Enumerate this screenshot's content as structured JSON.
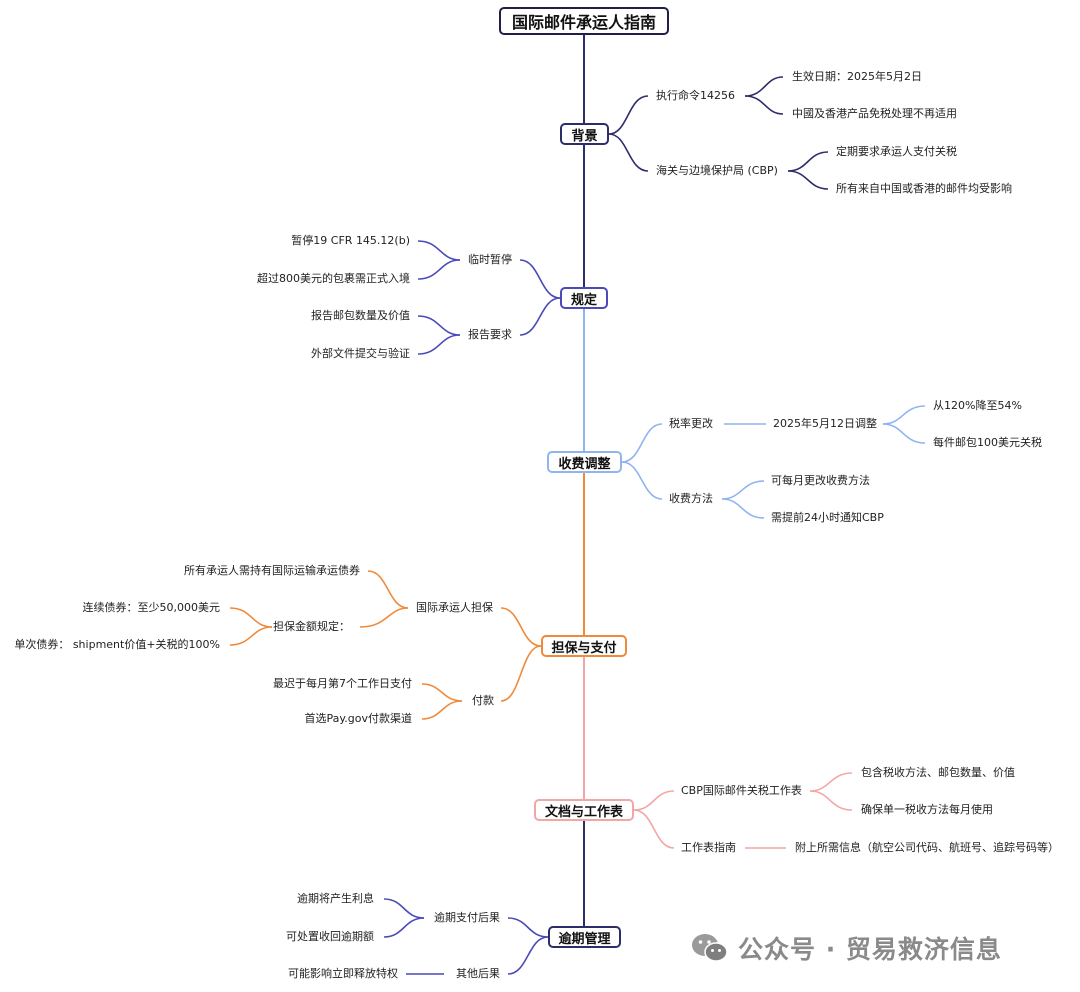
{
  "title": "国际邮件承运人指南",
  "branches": {
    "background": "背景",
    "regulations": "规定",
    "fee_adjustment": "收费调整",
    "bond_payment": "担保与支付",
    "docs": "文档与工作表",
    "overdue": "逾期管理"
  },
  "background": {
    "eo": "执行命令14256",
    "eo_effective": "生效日期：2025年5月2日",
    "eo_exemption": "中國及香港产品免税处理不再适用",
    "cbp": "海关与边境保护局 (CBP)",
    "cbp_duty": "定期要求承运人支付关税",
    "cbp_affected": "所有来自中国或香港的邮件均受影响"
  },
  "regulations": {
    "suspension": "临时暂停",
    "suspend_cfr": "暂停19 CFR 145.12(b)",
    "over_800": "超过800美元的包裹需正式入境",
    "reporting": "报告要求",
    "report_qty": "报告邮包数量及价值",
    "external_docs": "外部文件提交与验证"
  },
  "fee": {
    "rate_change": "税率更改",
    "adjust_date": "2025年5月12日调整",
    "rate_drop": "从120%降至54%",
    "per_parcel": "每件邮包100美元关税",
    "method": "收费方法",
    "monthly_change": "可每月更改收费方法",
    "notify_24h": "需提前24小时通知CBP"
  },
  "bond": {
    "carrier_bond": "国际承运人担保",
    "all_carriers": "所有承运人需持有国际运输承运债券",
    "bond_amount": "担保金额规定：",
    "continuous": "连续债券：至少50,000美元",
    "single": "单次债券： shipment价值+关税的100%",
    "payment": "付款",
    "deadline": "最迟于每月第7个工作日支付",
    "paygov": "首选Pay.gov付款渠道"
  },
  "docs": {
    "worksheet": "CBP国际邮件关税工作表",
    "includes": "包含税收方法、邮包数量、价值",
    "single_method": "确保单一税收方法每月使用",
    "guide": "工作表指南",
    "attach": "附上所需信息（航空公司代码、航班号、追踪号码等）"
  },
  "overdue": {
    "consequences": "逾期支付后果",
    "interest": "逾期将产生利息",
    "recover": "可处置收回逾期额",
    "other": "其他后果",
    "privilege": "可能影响立即释放特权"
  },
  "watermark": {
    "icon": "wechat-icon",
    "text": "公众号 · 贸易救济信息"
  },
  "colors": {
    "navy": "#2d2d6a",
    "purple": "#4a4ab8",
    "light_blue": "#8fb4f0",
    "orange": "#f08a3a",
    "pink": "#f2a6a6"
  }
}
